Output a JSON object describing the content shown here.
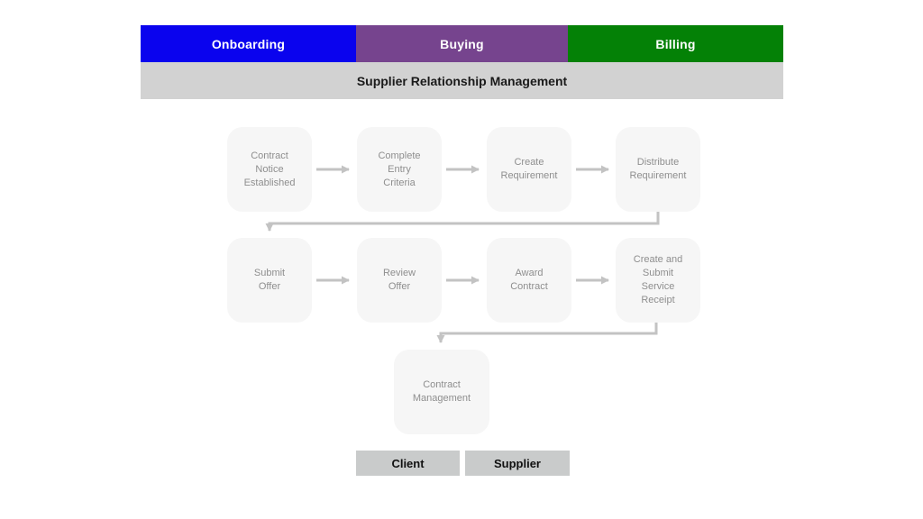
{
  "header": {
    "phases": [
      {
        "label": "Onboarding",
        "color": "#0a03ee"
      },
      {
        "label": "Buying",
        "color": "#76448e"
      },
      {
        "label": "Billing",
        "color": "#048106"
      }
    ],
    "title": "Supplier Relationship Management",
    "title_bg": "#d2d2d2"
  },
  "flow": {
    "box_bg": "#f6f6f6",
    "text_color": "#8e8e8e",
    "arrow_color": "#c3c3c3",
    "boxes": [
      {
        "id": "contract-notice-established",
        "label": "Contract\nNotice\nEstablished"
      },
      {
        "id": "complete-entry-criteria",
        "label": "Complete\nEntry\nCriteria"
      },
      {
        "id": "create-requirement",
        "label": "Create\nRequirement"
      },
      {
        "id": "distribute-requirement",
        "label": "Distribute\nRequirement"
      },
      {
        "id": "submit-offer",
        "label": "Submit\nOffer"
      },
      {
        "id": "review-offer",
        "label": "Review\nOffer"
      },
      {
        "id": "award-contract",
        "label": "Award\nContract"
      },
      {
        "id": "create-and-submit-service-receipt",
        "label": "Create and\nSubmit\nService\nReceipt"
      },
      {
        "id": "contract-management",
        "label": "Contract\nManagement"
      }
    ]
  },
  "legend": {
    "items": [
      {
        "label": "Client",
        "color": "#c9cbcb"
      },
      {
        "label": "Supplier",
        "color": "#c9cbcb"
      }
    ]
  }
}
